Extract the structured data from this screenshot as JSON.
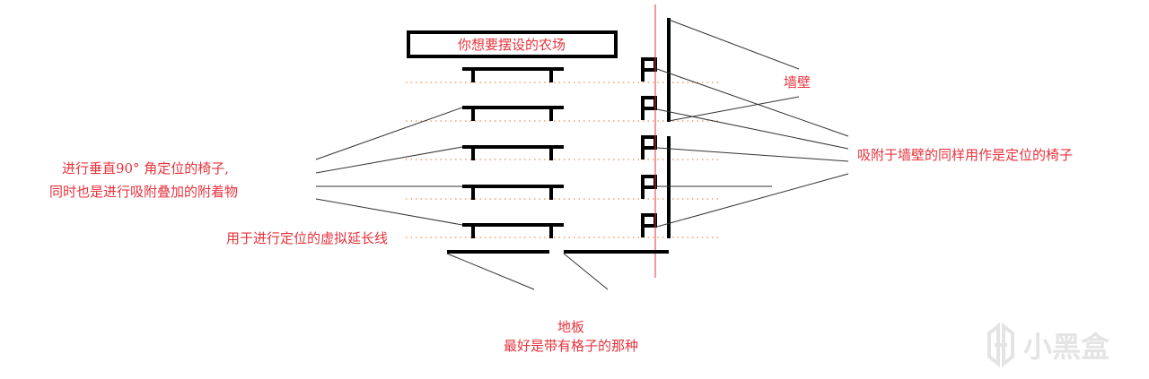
{
  "title_box": "你想要摆设的农场",
  "labels": {
    "chairs_line1": "进行垂直90° 角定位的椅子,",
    "chairs_line2": "同时也是进行吸附叠加的附着物",
    "guide_lines": "用于进行定位的虚拟延长线",
    "wall": "墙壁",
    "wall_chairs": "吸附于墙壁的同样用作是定位的椅子",
    "floor_line1": "地板",
    "floor_line2": "最好是带有格子的那种"
  },
  "watermark": "小黑盒",
  "colors": {
    "label": "#e8323c",
    "guide": "#f0a070",
    "axis": "#e8323c"
  }
}
